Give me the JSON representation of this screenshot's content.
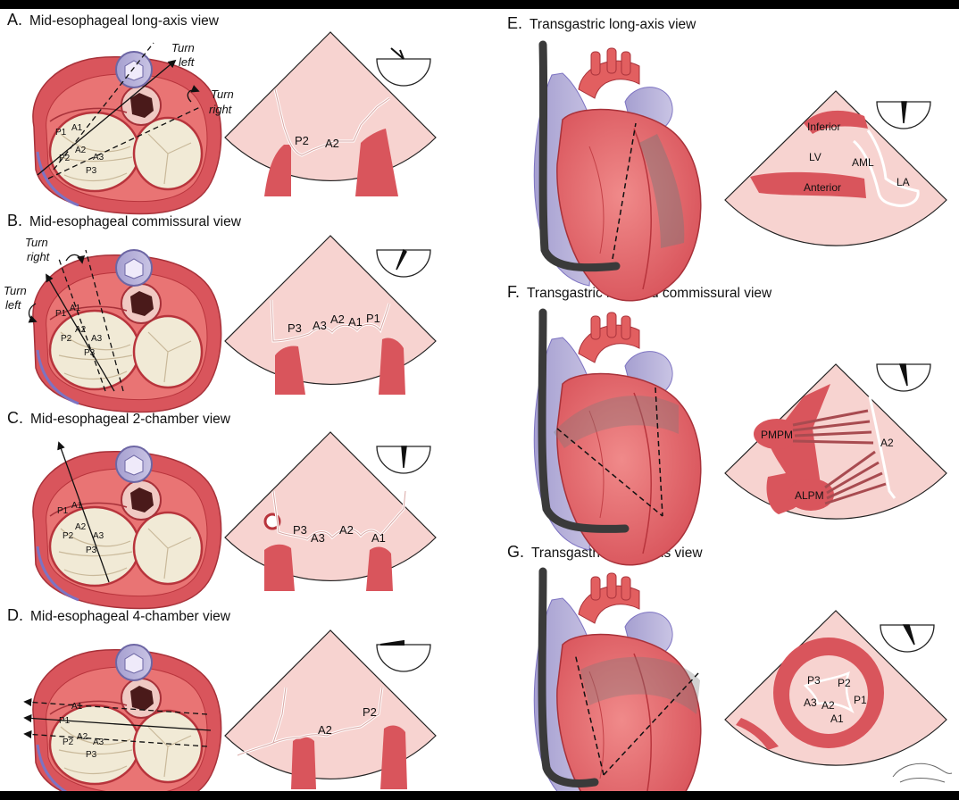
{
  "panels": {
    "A": {
      "letter": "A.",
      "title": "Mid-esophageal long-axis view",
      "turn_left": [
        "Turn",
        "left"
      ],
      "turn_right": [
        "Turn",
        "right"
      ],
      "scallops": [
        "P1",
        "A1",
        "A2",
        "P2",
        "A3",
        "P3"
      ],
      "echo_labels": [
        "P2",
        "A2"
      ]
    },
    "B": {
      "letter": "B.",
      "title": "Mid-esophageal commissural view",
      "turn_right": [
        "Turn",
        "right"
      ],
      "turn_left": [
        "Turn",
        "left"
      ],
      "scallops": [
        "P1",
        "A1",
        "A2",
        "P2",
        "A3",
        "P3"
      ],
      "echo_labels": [
        "P3",
        "A3",
        "A2",
        "A1",
        "P1"
      ]
    },
    "C": {
      "letter": "C.",
      "title": "Mid-esophageal 2-chamber view",
      "scallops": [
        "P1",
        "A1",
        "A2",
        "P2",
        "A3",
        "P3"
      ],
      "echo_labels": [
        "P3",
        "A3",
        "A2",
        "A1"
      ]
    },
    "D": {
      "letter": "D.",
      "title": "Mid-esophageal 4-chamber view",
      "scallops": [
        "A1",
        "P1",
        "A2",
        "P2",
        "A3",
        "P3"
      ],
      "echo_labels": [
        "A2",
        "P2"
      ]
    },
    "E": {
      "letter": "E.",
      "title": "Transgastric long-axis view",
      "echo_labels": [
        "Inferior",
        "LV",
        "AML",
        "Anterior",
        "LA"
      ]
    },
    "F": {
      "letter": "F.",
      "title": "Transgastric modified commissural view",
      "echo_labels": [
        "PMPM",
        "A2",
        "ALPM"
      ]
    },
    "G": {
      "letter": "G.",
      "title": "Transgastric short-axis view",
      "echo_labels": [
        "P3",
        "P2",
        "A3",
        "A2",
        "P1",
        "A1"
      ]
    }
  },
  "colors": {
    "myocardium": "#d9555c",
    "myocardium_dark": "#b8343c",
    "chamber": "#f7d3d0",
    "valve_leaflet": "#f1ead6",
    "vessel_purple": "#b7b0d6",
    "aorta_red": "#e25f60",
    "probe": "#3a3a3a",
    "background": "#ffffff",
    "frame": "#000000"
  },
  "icons": [
    "heart-crosssection-illustration",
    "echo-sector-illustration",
    "omniplane-angle-icon",
    "tee-probe-illustration",
    "signature-mark"
  ]
}
